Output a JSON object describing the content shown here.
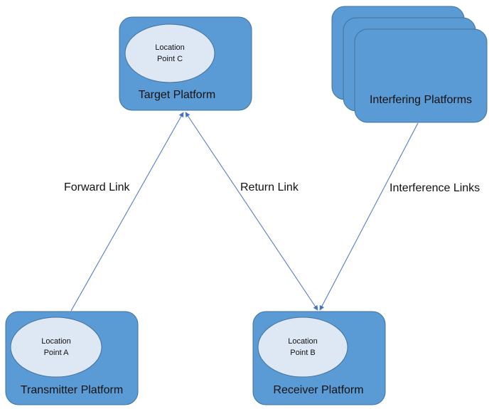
{
  "colors": {
    "platform_fill": "#5b9bd5",
    "platform_stroke": "#41719c",
    "location_fill": "#dde8f4",
    "location_stroke": "#41719c",
    "link_line": "#4472c4"
  },
  "platforms": {
    "target": {
      "label": "Target Platform",
      "location_line1": "Location",
      "location_line2": "Point C"
    },
    "transmitter": {
      "label": "Transmitter Platform",
      "location_line1": "Location",
      "location_line2": "Point A"
    },
    "receiver": {
      "label": "Receiver Platform",
      "location_line1": "Location",
      "location_line2": "Point B"
    },
    "interfering": {
      "label": "Interfering Platforms"
    }
  },
  "links": {
    "forward": "Forward Link",
    "return": "Return Link",
    "interference": "Interference Links"
  }
}
